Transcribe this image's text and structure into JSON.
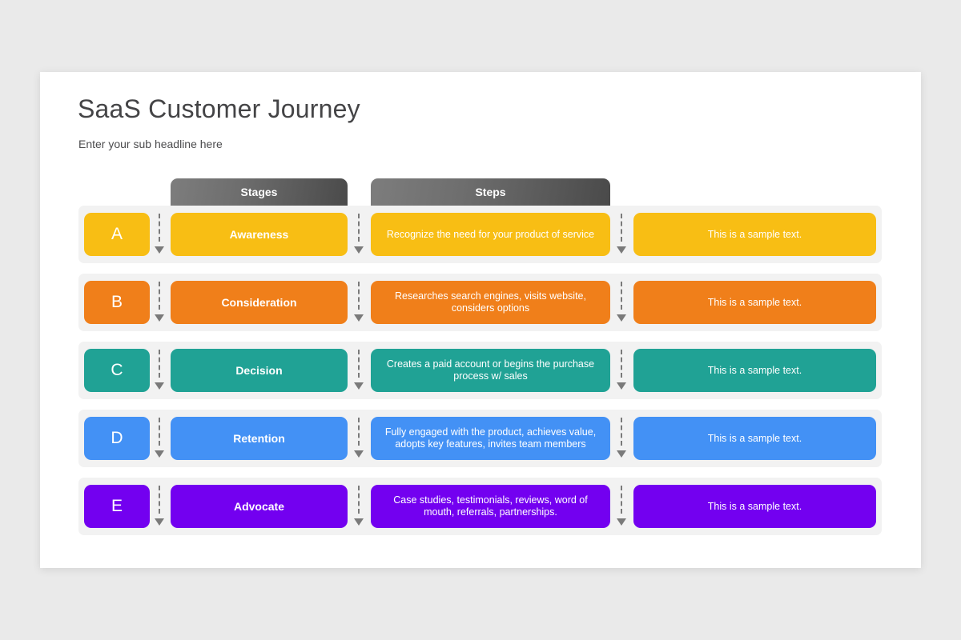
{
  "slide": {
    "title": "SaaS Customer Journey",
    "subtitle": "Enter your sub headline here"
  },
  "headers": {
    "stages": "Stages",
    "steps": "Steps"
  },
  "colors": {
    "page_background": "#eaeaea",
    "slide_background": "#ffffff",
    "row_background": "#f2f2f2",
    "header_gradient_from": "#7d7d7d",
    "header_gradient_to": "#4a4a4a",
    "connector": "#7a7a7a",
    "title_text": "#444446"
  },
  "rows": [
    {
      "letter": "A",
      "stage": "Awareness",
      "step": "Recognize the need for your product of service",
      "sample": "This is a sample text.",
      "color": "#f8be14"
    },
    {
      "letter": "B",
      "stage": "Consideration",
      "step": "Researches search engines, visits website, considers options",
      "sample": "This is a sample text.",
      "color": "#f07f1a"
    },
    {
      "letter": "C",
      "stage": "Decision",
      "step": "Creates a paid account or begins the purchase process w/ sales",
      "sample": "This is a sample text.",
      "color": "#20a295"
    },
    {
      "letter": "D",
      "stage": "Retention",
      "step": "Fully engaged with the product, achieves value, adopts key features, invites team members",
      "sample": "This is a sample text.",
      "color": "#4391f5"
    },
    {
      "letter": "E",
      "stage": "Advocate",
      "step": "Case studies, testimonials, reviews, word of mouth, referrals, partnerships.",
      "sample": "This is a sample text.",
      "color": "#7300f0"
    }
  ]
}
